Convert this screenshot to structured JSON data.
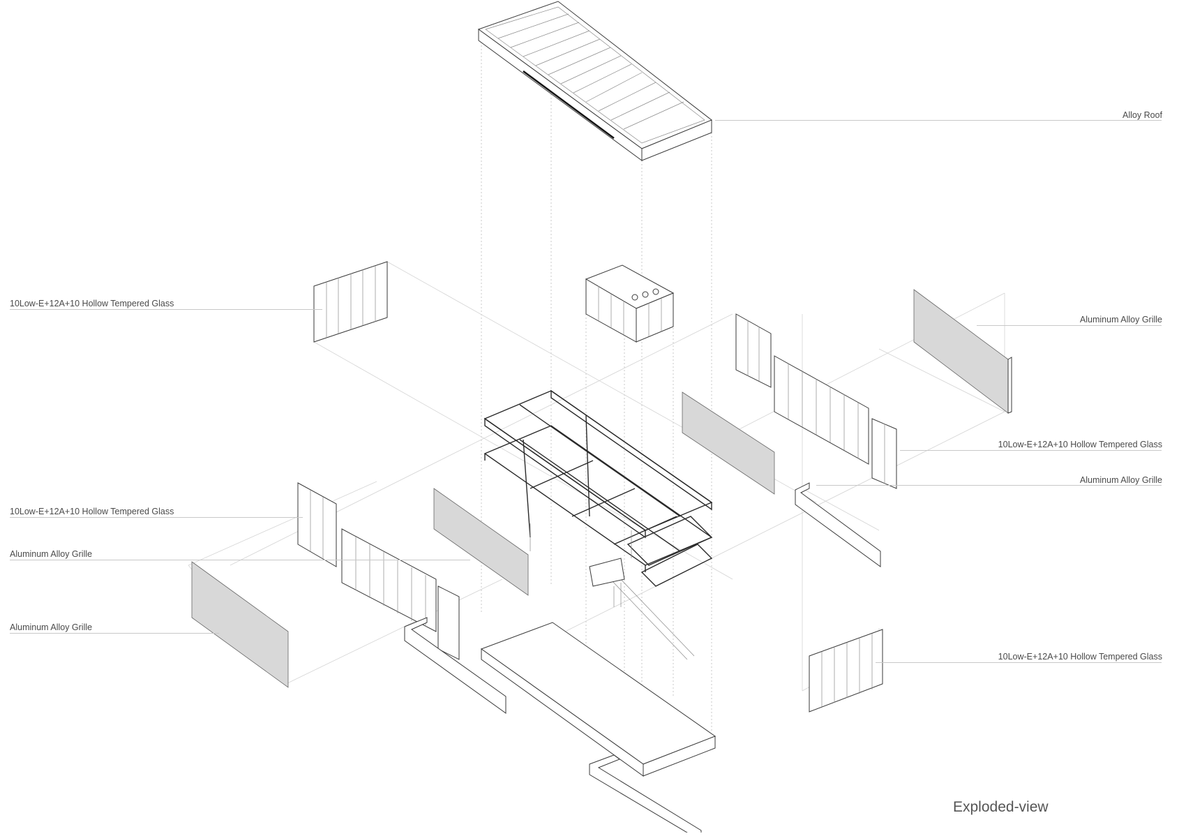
{
  "labels": {
    "alloy_roof": "Alloy Roof",
    "glass_top_left": "10Low-E+12A+10 Hollow Tempered Glass",
    "grille_top_right": "Aluminum Alloy Grille",
    "glass_mid_right": "10Low-E+12A+10 Hollow Tempered Glass",
    "grille_mid_right": "Aluminum Alloy Grille",
    "glass_mid_left": "10Low-E+12A+10 Hollow Tempered Glass",
    "grille_mid_left": "Aluminum Alloy Grille",
    "grille_low_left": "Aluminum Alloy Grille",
    "glass_low_right": "10Low-E+12A+10 Hollow Tempered Glass"
  },
  "title": "Exploded-view"
}
